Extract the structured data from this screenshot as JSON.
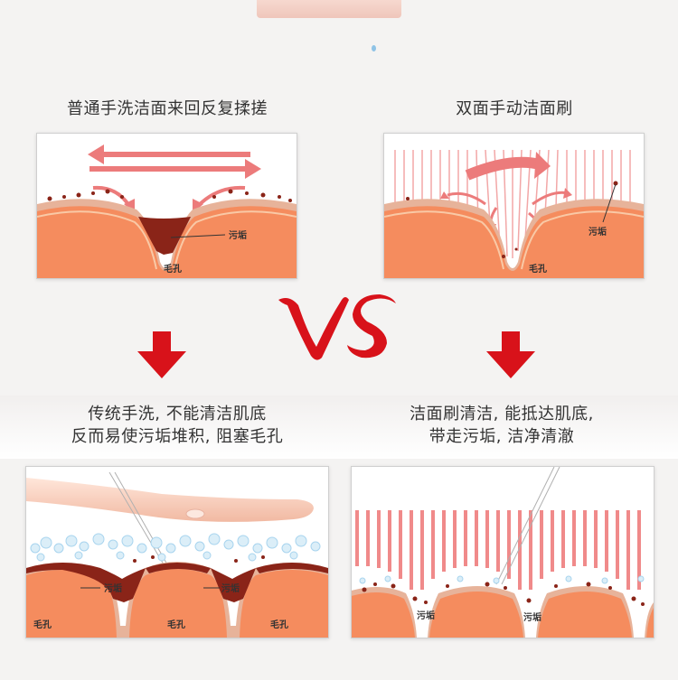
{
  "left": {
    "top_caption": "普通手洗洁面来回反复揉搓",
    "bottom_caption_line1": "传统手洗, 不能清洁肌底",
    "bottom_caption_line2": "反而易使污垢堆积, 阻塞毛孔",
    "top_labels": {
      "dirt": "污垢",
      "pore": "毛孔"
    },
    "bottom_labels": {
      "dirt1": "污垢",
      "dirt2": "污垢",
      "pore1": "毛孔",
      "pore2": "毛孔",
      "pore3": "毛孔"
    }
  },
  "right": {
    "top_caption": "双面手动洁面刷",
    "bottom_caption_line1": "洁面刷清洁, 能抵达肌底,",
    "bottom_caption_line2": "带走污垢, 洁净清澈",
    "top_labels": {
      "dirt": "污垢",
      "pore": "毛孔"
    },
    "bottom_labels": {
      "dirt1": "污垢",
      "dirt2": "污垢"
    }
  },
  "vs_text": "VS",
  "colors": {
    "accent_red": "#d8121a",
    "skin": "#f58c5e",
    "dirt": "#8a2418",
    "arrow_pink": "#ec7b7b"
  }
}
